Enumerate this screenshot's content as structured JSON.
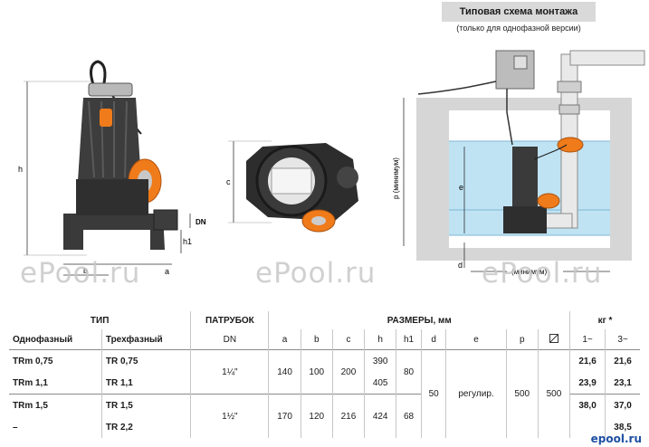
{
  "install": {
    "title": "Типовая схема монтажа",
    "subtitle": "(только для однофазной версии)"
  },
  "dimension_labels": {
    "h": "h",
    "b": "b",
    "a": "a",
    "dn": "DN",
    "h1": "h1",
    "c": "c",
    "p": "p (минимум)",
    "e": "e",
    "d": "d",
    "min_box": "(минимум)"
  },
  "watermark": "ePool.ru",
  "logo": "epool.ru",
  "colors": {
    "pump_body": "#3a3a3a",
    "float_orange": "#f07b1a",
    "water": "#bfe3f3",
    "tank_wall": "#c9c9c9",
    "pipe": "#e9e9e9"
  },
  "table": {
    "header": {
      "type": "ТИП",
      "outlet": "ПАТРУБОК",
      "dims": "РАЗМЕРЫ, мм",
      "kg": "кг *"
    },
    "subheader": {
      "single": "Однофазный",
      "three": "Трехфазный",
      "dn": "DN",
      "a": "a",
      "b": "b",
      "c": "c",
      "h": "h",
      "h1": "h1",
      "d": "d",
      "e": "e",
      "p": "p",
      "box_icon": "square-cross-icon",
      "kg1": "1~",
      "kg3": "3~"
    },
    "rows": [
      {
        "single": "TRm 0,75",
        "three": "TR 0,75",
        "h": "390",
        "kg1": "21,6",
        "kg3": "21,6"
      },
      {
        "single": "TRm 1,1",
        "three": "TR 1,1",
        "h": "405",
        "kg1": "23,9",
        "kg3": "23,1"
      },
      {
        "single": "TRm 1,5",
        "three": "TR 1,5",
        "h": "424",
        "kg1": "38,0",
        "kg3": "37,0"
      },
      {
        "single": "–",
        "three": "TR 2,2",
        "kg1": "",
        "kg3": "38,5"
      }
    ],
    "groups": [
      {
        "dn": "1¼\"",
        "a": "140",
        "b": "100",
        "c": "200",
        "h1": "80"
      },
      {
        "dn": "1½\"",
        "a": "170",
        "b": "120",
        "c": "216",
        "h1": "68"
      }
    ],
    "shared": {
      "d": "50",
      "e": "регулир.",
      "p": "500",
      "box": "500"
    }
  }
}
